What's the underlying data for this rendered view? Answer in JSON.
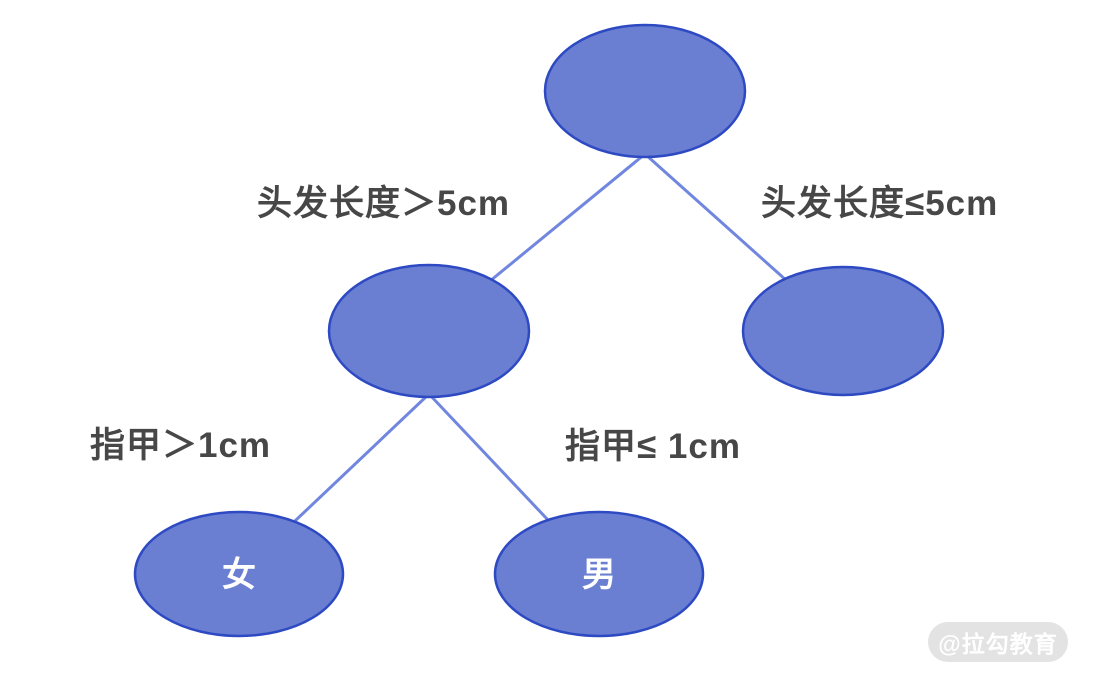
{
  "diagram": {
    "type": "decision-tree",
    "nodes": {
      "root": {
        "label": ""
      },
      "hair_long_branch": {
        "label": ""
      },
      "hair_short_branch": {
        "label": ""
      },
      "female": {
        "label": "女"
      },
      "male": {
        "label": "男"
      }
    },
    "edge_labels": {
      "hair_gt": "头发长度＞5cm",
      "hair_le": "头发长度≤5cm",
      "nail_gt": "指甲＞1cm",
      "nail_le": "指甲≤ 1cm"
    },
    "colors": {
      "node_fill": "#6A7FD2",
      "node_border": "#2E4AC3",
      "edge_line": "#7186DE",
      "edge_label_text": "#474747",
      "node_label_text": "#FFFFFF"
    }
  },
  "watermark": {
    "text": "@拉勾教育",
    "background": "#E3E3E3",
    "text_color": "#FFFFFF"
  }
}
